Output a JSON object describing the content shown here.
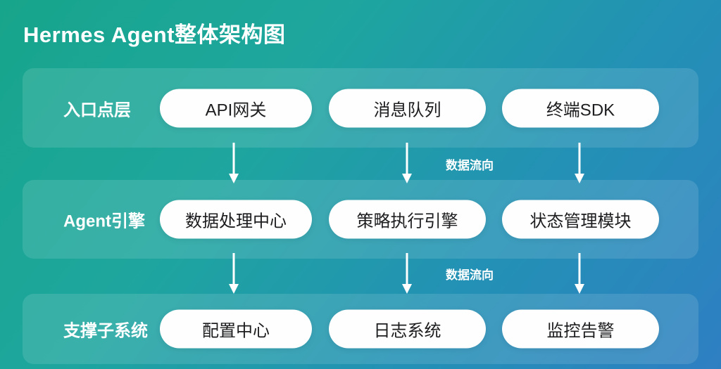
{
  "title": "Hermes Agent整体架构图",
  "flow_label": "数据流向",
  "layers": [
    {
      "name": "入口点层",
      "nodes": [
        "API网关",
        "消息队列",
        "终端SDK"
      ]
    },
    {
      "name": "Agent引擎",
      "nodes": [
        "数据处理中心",
        "策略执行引擎",
        "状态管理模块"
      ]
    },
    {
      "name": "支撑子系统",
      "nodes": [
        "配置中心",
        "日志系统",
        "监控告警"
      ]
    }
  ],
  "colors": {
    "background_gradient": [
      "#17a58b",
      "#1ea69e",
      "#2391b5",
      "#2e7fc2"
    ],
    "panel_overlay": "rgba(255,255,255,0.12)",
    "node_background": "#fdfefd",
    "node_text": "#1d1d1f",
    "label_text": "#ffffff"
  }
}
